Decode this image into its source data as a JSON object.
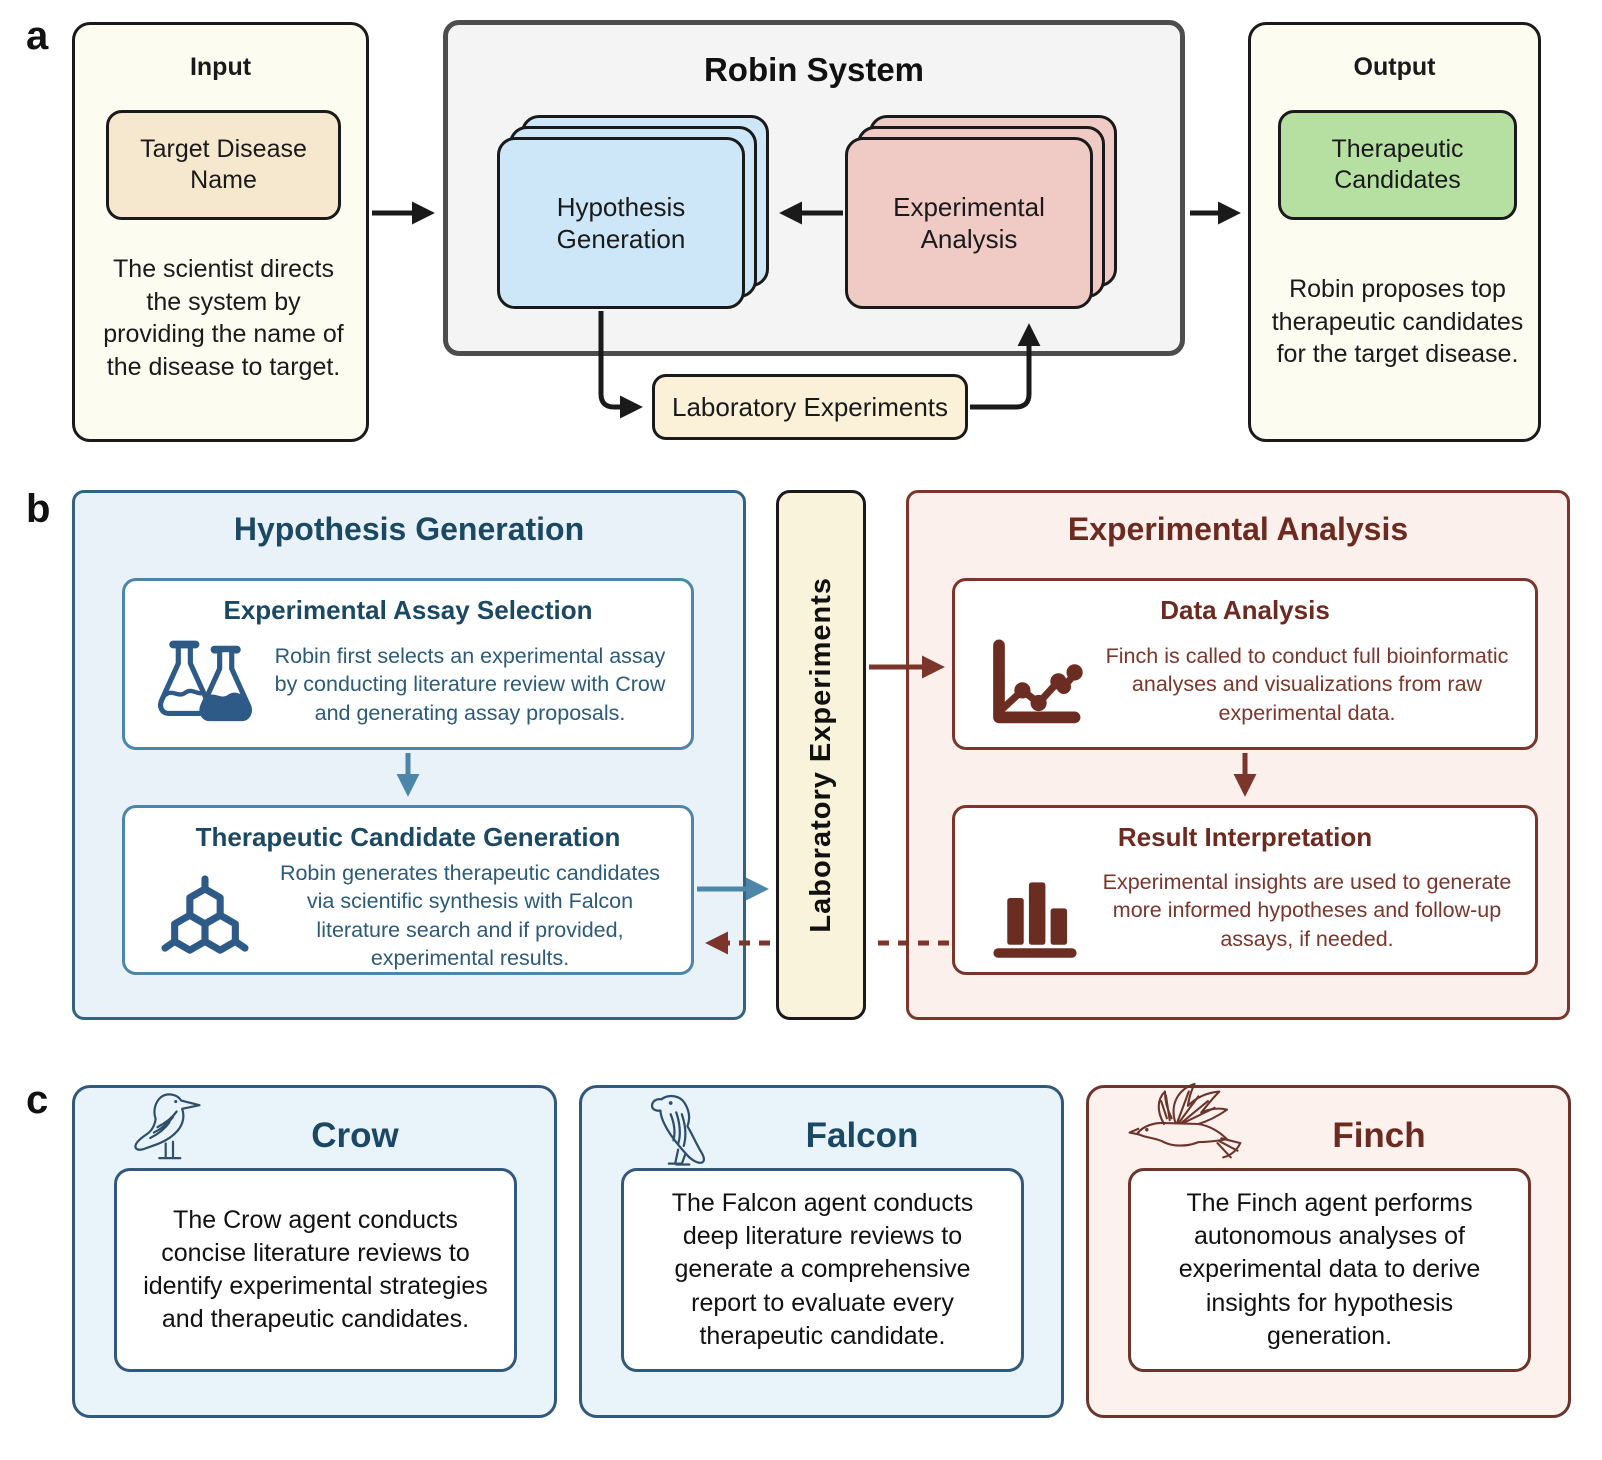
{
  "figure": {
    "panel_a_label": "a",
    "panel_b_label": "b",
    "panel_c_label": "c"
  },
  "panel_a": {
    "input": {
      "title": "Input",
      "chip": "Target Disease Name",
      "description": "The scientist directs the system by providing the name of the disease to target."
    },
    "robin_system": {
      "title": "Robin System",
      "hypothesis_card": "Hypothesis Generation",
      "analysis_card": "Experimental Analysis",
      "lab_box": "Laboratory Experiments"
    },
    "output": {
      "title": "Output",
      "chip": "Therapeutic Candidates",
      "description": "Robin proposes top therapeutic candidates for the target disease."
    }
  },
  "panel_b": {
    "hypothesis_generation": {
      "title": "Hypothesis Generation",
      "steps": [
        {
          "title": "Experimental Assay Selection",
          "icon": "flasks-icon",
          "text": "Robin first selects an experimental assay by conducting literature review with Crow and generating assay proposals."
        },
        {
          "title": "Therapeutic Candidate Generation",
          "icon": "molecule-icon",
          "text": "Robin generates therapeutic candidates via scientific synthesis with Falcon literature search and if provided, experimental results."
        }
      ]
    },
    "laboratory_bar": "Laboratory Experiments",
    "experimental_analysis": {
      "title": "Experimental Analysis",
      "steps": [
        {
          "title": "Data Analysis",
          "icon": "line-chart-icon",
          "text": "Finch is called to conduct full bioinformatic analyses and visualizations from raw experimental data."
        },
        {
          "title": "Result Interpretation",
          "icon": "bar-chart-icon",
          "text": "Experimental insights are used to generate more informed hypotheses and follow-up assays, if needed."
        }
      ]
    }
  },
  "panel_c": {
    "agents": [
      {
        "name": "Crow",
        "icon": "crow-icon",
        "theme": "blue",
        "text": "The Crow agent conducts concise literature reviews to identify experimental strategies and therapeutic candidates."
      },
      {
        "name": "Falcon",
        "icon": "falcon-icon",
        "theme": "blue",
        "text": "The Falcon agent conducts deep literature reviews to generate a comprehensive report to evaluate every therapeutic candidate."
      },
      {
        "name": "Finch",
        "icon": "finch-icon",
        "theme": "red",
        "text": "The Finch agent performs autonomous analyses of experimental data to derive insights for hypothesis generation."
      }
    ]
  },
  "colors": {
    "blue_accent": "#4c86a9",
    "blue_dark": "#1b4964",
    "maroon_accent": "#7b352a",
    "maroon_dark": "#6d2a20",
    "card_blue": "#cde7f8",
    "card_pink": "#f0cac5",
    "cream": "#faf1d8",
    "green_chip": "#b6dfa2",
    "arrow_black": "#1a1a1a"
  }
}
